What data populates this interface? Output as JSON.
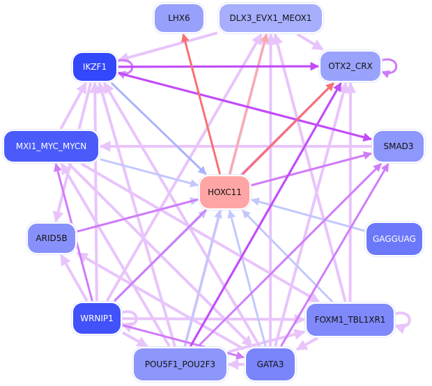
{
  "diagram": {
    "type": "directed-network",
    "nodes": [
      {
        "id": "LHX6",
        "label": "LHX6",
        "fill": "#97a0fb",
        "text_color": "#111111"
      },
      {
        "id": "DLX3_EVX1_MEOX1",
        "label": "DLX3_EVX1_MEOX1",
        "fill": "#a7aefc",
        "text_color": "#111111"
      },
      {
        "id": "IKZF1",
        "label": "IKZF1",
        "fill": "#3347fb",
        "text_color": "#ffffff"
      },
      {
        "id": "OTX2_CRX",
        "label": "OTX2_CRX",
        "fill": "#9aa3fc",
        "text_color": "#111111"
      },
      {
        "id": "MXI1_MYC_MYCN",
        "label": "MXI1_MYC_MYCN",
        "fill": "#4a5bfa",
        "text_color": "#ffffff"
      },
      {
        "id": "SMAD3",
        "label": "SMAD3",
        "fill": "#8e97fb",
        "text_color": "#111111"
      },
      {
        "id": "HOXC11",
        "label": "HOXC11",
        "fill": "#ffa5a5",
        "text_color": "#111111"
      },
      {
        "id": "ARID5B",
        "label": "ARID5B",
        "fill": "#8891fb",
        "text_color": "#111111"
      },
      {
        "id": "GAGGUAG",
        "label": "GAGGUAG",
        "fill": "#6c78fa",
        "text_color": "#ffffff"
      },
      {
        "id": "WRNIP1",
        "label": "WRNIP1",
        "fill": "#4152fa",
        "text_color": "#ffffff"
      },
      {
        "id": "FOXM1_TBL1XR1",
        "label": "FOXM1_TBL1XR1",
        "fill": "#7f89fb",
        "text_color": "#111111"
      },
      {
        "id": "POU5F1_POU2F3",
        "label": "POU5F1_POU2F3",
        "fill": "#8d96fb",
        "text_color": "#111111"
      },
      {
        "id": "GATA3",
        "label": "GATA3",
        "fill": "#7a85fa",
        "text_color": "#111111"
      }
    ],
    "edge_colors": {
      "strong_purple": "#c24cf8",
      "medium_purple": "#cf7cf9",
      "light_purple": "#e8c4fb",
      "light_blue": "#aab3fb",
      "pale_blue": "#c2c8fc",
      "red": "#f87070",
      "salmon": "#fbaaa8"
    },
    "edges": [
      {
        "from": "HOXC11",
        "to": "LHX6",
        "color": "red"
      },
      {
        "from": "DLX3_EVX1_MEOX1",
        "to": "IKZF1",
        "color": "light_purple"
      },
      {
        "from": "DLX3_EVX1_MEOX1",
        "to": "OTX2_CRX",
        "color": "light_purple"
      },
      {
        "from": "IKZF1",
        "to": "IKZF1",
        "color": "medium_purple"
      },
      {
        "from": "IKZF1",
        "to": "OTX2_CRX",
        "color": "strong_purple"
      },
      {
        "from": "IKZF1",
        "to": "SMAD3",
        "color": "strong_purple"
      },
      {
        "from": "IKZF1",
        "to": "HOXC11",
        "color": "light_blue"
      },
      {
        "from": "OTX2_CRX",
        "to": "OTX2_CRX",
        "color": "medium_purple"
      },
      {
        "from": "MXI1_MYC_MYCN",
        "to": "IKZF1",
        "color": "light_purple"
      },
      {
        "from": "MXI1_MYC_MYCN",
        "to": "HOXC11",
        "color": "pale_blue"
      },
      {
        "from": "SMAD3",
        "to": "MXI1_MYC_MYCN",
        "color": "light_purple"
      },
      {
        "from": "HOXC11",
        "to": "OTX2_CRX",
        "color": "red"
      },
      {
        "from": "HOXC11",
        "to": "SMAD3",
        "color": "salmon"
      },
      {
        "from": "HOXC11",
        "to": "DLX3_EVX1_MEOX1",
        "color": "salmon"
      },
      {
        "from": "ARID5B",
        "to": "HOXC11",
        "color": "pale_blue"
      },
      {
        "from": "IKZF1",
        "to": "ARID5B",
        "color": "light_purple"
      },
      {
        "from": "GAGGUAG",
        "to": "HOXC11",
        "color": "pale_blue"
      },
      {
        "from": "WRNIP1",
        "to": "WRNIP1",
        "color": "light_purple"
      },
      {
        "from": "WRNIP1",
        "to": "IKZF1",
        "color": "light_purple"
      },
      {
        "from": "WRNIP1",
        "to": "MXI1_MYC_MYCN",
        "color": "medium_purple"
      },
      {
        "from": "WRNIP1",
        "to": "ARID5B",
        "color": "light_purple"
      },
      {
        "from": "WRNIP1",
        "to": "HOXC11",
        "color": "pale_blue"
      },
      {
        "from": "WRNIP1",
        "to": "OTX2_CRX",
        "color": "medium_purple"
      },
      {
        "from": "WRNIP1",
        "to": "DLX3_EVX1_MEOX1",
        "color": "light_purple"
      },
      {
        "from": "WRNIP1",
        "to": "FOXM1_TBL1XR1",
        "color": "light_purple"
      },
      {
        "from": "WRNIP1",
        "to": "POU5F1_POU2F3",
        "color": "light_purple"
      },
      {
        "from": "WRNIP1",
        "to": "GATA3",
        "color": "medium_purple"
      },
      {
        "from": "FOXM1_TBL1XR1",
        "to": "FOXM1_TBL1XR1",
        "color": "light_purple"
      },
      {
        "from": "FOXM1_TBL1XR1",
        "to": "HOXC11",
        "color": "pale_blue"
      },
      {
        "from": "FOXM1_TBL1XR1",
        "to": "DLX3_EVX1_MEOX1",
        "color": "light_purple"
      },
      {
        "from": "FOXM1_TBL1XR1",
        "to": "OTX2_CRX",
        "color": "light_purple"
      },
      {
        "from": "FOXM1_TBL1XR1",
        "to": "GATA3",
        "color": "light_purple"
      },
      {
        "from": "MXI1_MYC_MYCN",
        "to": "FOXM1_TBL1XR1",
        "color": "light_purple"
      },
      {
        "from": "MXI1_MYC_MYCN",
        "to": "GATA3",
        "color": "light_purple"
      },
      {
        "from": "POU5F1_POU2F3",
        "to": "IKZF1",
        "color": "light_purple"
      },
      {
        "from": "POU5F1_POU2F3",
        "to": "MXI1_MYC_MYCN",
        "color": "light_purple"
      },
      {
        "from": "POU5F1_POU2F3",
        "to": "HOXC11",
        "color": "pale_blue"
      },
      {
        "from": "POU5F1_POU2F3",
        "to": "DLX3_EVX1_MEOX1",
        "color": "light_purple"
      },
      {
        "from": "POU5F1_POU2F3",
        "to": "SMAD3",
        "color": "medium_purple"
      },
      {
        "from": "POU5F1_POU2F3",
        "to": "OTX2_CRX",
        "color": "strong_purple"
      },
      {
        "from": "POU5F1_POU2F3",
        "to": "FOXM1_TBL1XR1",
        "color": "light_purple"
      },
      {
        "from": "GATA3",
        "to": "POU5F1_POU2F3",
        "color": "light_purple"
      },
      {
        "from": "GATA3",
        "to": "HOXC11",
        "color": "pale_blue"
      },
      {
        "from": "GATA3",
        "to": "SMAD3",
        "color": "medium_purple"
      },
      {
        "from": "GATA3",
        "to": "DLX3_EVX1_MEOX1",
        "color": "light_purple"
      },
      {
        "from": "GATA3",
        "to": "ARID5B",
        "color": "light_purple"
      },
      {
        "from": "GATA3",
        "to": "IKZF1",
        "color": "light_purple"
      },
      {
        "from": "GATA3",
        "to": "OTX2_CRX",
        "color": "light_purple"
      },
      {
        "from": "ARID5B",
        "to": "SMAD3",
        "color": "medium_purple"
      }
    ]
  }
}
